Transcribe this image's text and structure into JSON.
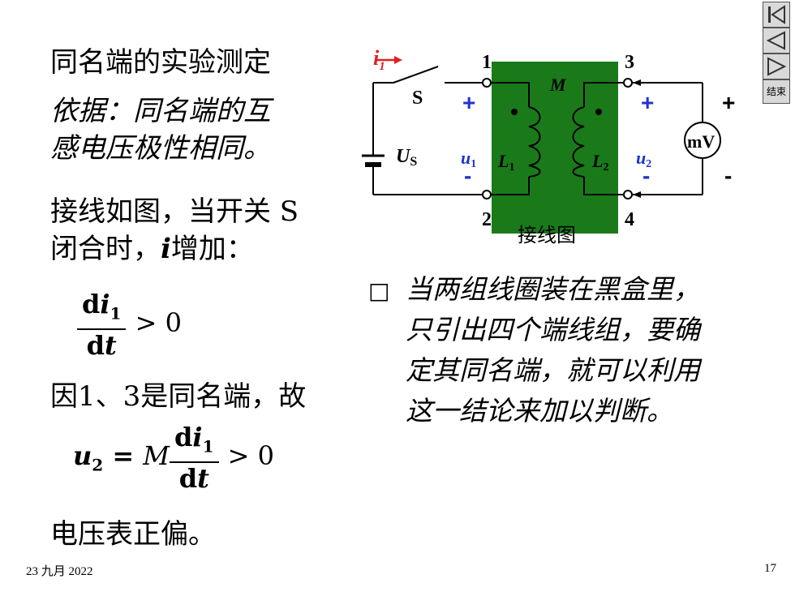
{
  "left": {
    "heading": "同名端的实验测定",
    "basis_line1": "依据：同名端的互",
    "basis_line2": "感电压极性相同。",
    "wiring_line1": "接线如图，当开关 S",
    "wiring_line2_a": "闭合时，",
    "wiring_line2_i": "i",
    "wiring_line2_b": "增加：",
    "eq1_num_d": "d",
    "eq1_num_i": "i",
    "eq1_num_sub": "1",
    "eq1_den_d": "d",
    "eq1_den_t": "t",
    "eq1_rhs": "> 0",
    "because": "因1、3是同名端，故",
    "eq2_lhs_u": "u",
    "eq2_lhs_sub": "2",
    "eq2_eq": " = ",
    "eq2_M": "M",
    "eq2_rhs": "> 0",
    "conclusion": "电压表正偏。"
  },
  "circuit": {
    "current_i": "i",
    "current_sub": "1",
    "switch_label": "S",
    "source_U": "U",
    "source_sub": "S",
    "u1": "u",
    "u1_sub": "1",
    "u2": "u",
    "u2_sub": "2",
    "L1": "L",
    "L1_sub": "1",
    "L2": "L",
    "L2_sub": "2",
    "M": "M",
    "meter": "mV",
    "terminal_1": "1",
    "terminal_2": "2",
    "terminal_3": "3",
    "terminal_4": "4",
    "plus": "+",
    "minus": "-",
    "caption": "接线图",
    "box_color": "#1a7a1a",
    "sign_color": "#2233cc",
    "arrow_color": "#e02020"
  },
  "note": {
    "bullet": "□",
    "line1": "当两组线圈装在黑盒里，",
    "line2": "只引出四个端线组，要确",
    "line3": "定其同名端，就可以利用",
    "line4": "这一结论来加以判断。"
  },
  "nav": {
    "first_icon": "first-slide-icon",
    "prev_icon": "prev-slide-icon",
    "next_icon": "next-slide-icon",
    "end_label": "结束"
  },
  "footer": {
    "date": "23 九月 2022",
    "page": "17"
  }
}
